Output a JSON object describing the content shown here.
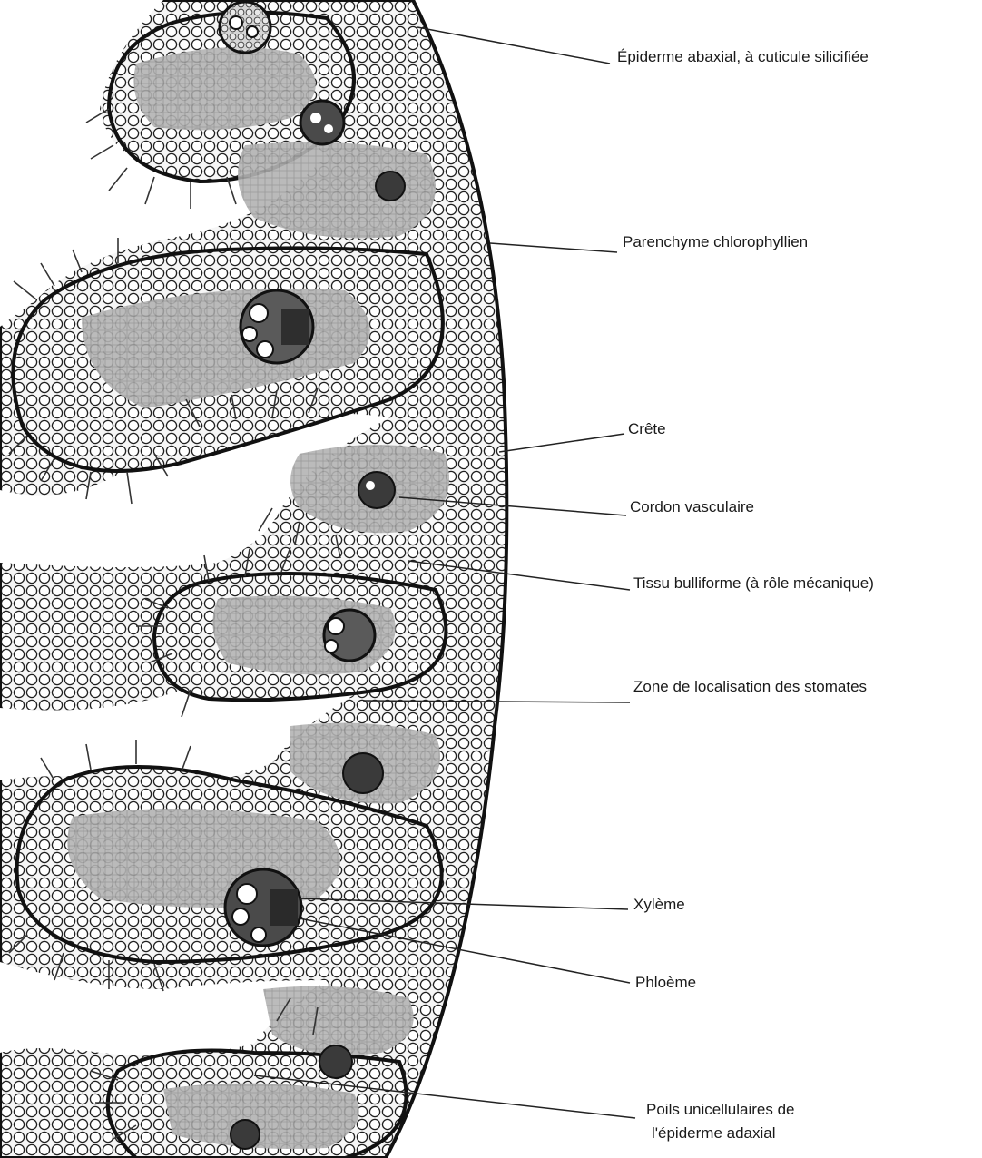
{
  "labels": {
    "epiderme_abaxial": "Épiderme abaxial, à cuticule silicifiée",
    "parenchyme": "Parenchyme chlorophyllien",
    "crete": "Crête",
    "cordon": "Cordon vasculaire",
    "tissu_bulliforme": "Tissu bulliforme (à rôle mécanique)",
    "stomates": "Zone de localisation des stomates",
    "xyleme": "Xylème",
    "phloeme": "Phloème",
    "poils_line1": "Poils unicellulaires de",
    "poils_line2": "l'épiderme adaxial"
  },
  "colors": {
    "ink": "#1a1a1a",
    "cell_fill": "#f4f4f4",
    "parenchyma": "#b8b8b8",
    "background": "#ffffff"
  }
}
